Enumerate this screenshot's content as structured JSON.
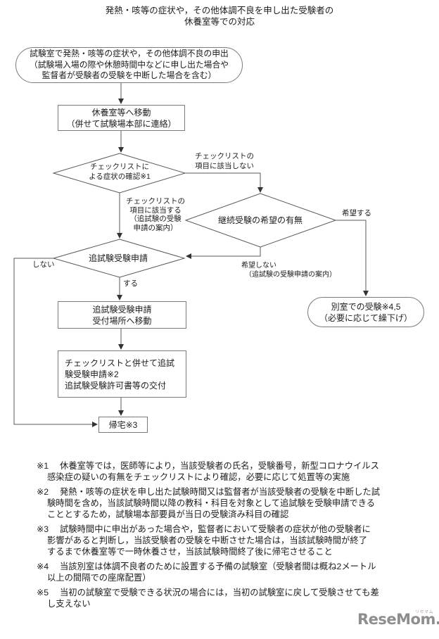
{
  "title": {
    "lines": [
      "発熱・咳等の症状や，その他体調不良を申し出た受験者の",
      "休養室等での対応"
    ]
  },
  "nodes": {
    "start": {
      "lines": [
        "試験室で発熱・咳等の症状や，その他体調不良の申出",
        "（試験場入場の際や休憩時間中などに申し出た場合や",
        "監督者が受験者の受験を中断した場合を含む）"
      ]
    },
    "move_rest_room": {
      "lines": [
        "休養室等へ移動",
        "（併せて試験場本部に連絡）"
      ]
    },
    "symptom_check": {
      "lines": [
        "チェックリストに",
        "よる症状の確認※1"
      ]
    },
    "continue_wish": {
      "lines": [
        "継続受験の希望の有無"
      ]
    },
    "makeup_apply": {
      "lines": [
        "追試験受験申請"
      ]
    },
    "move_reception": {
      "lines": [
        "追試験受験申請",
        "受付場所へ移動"
      ]
    },
    "apply_with_checklist": {
      "lines": [
        "チェックリストと併せて追試",
        "験受験申請※2",
        "追試験受験許可書等の交付"
      ]
    },
    "go_home": {
      "lines": [
        "帰宅※3"
      ]
    },
    "separate_room": {
      "lines": [
        "別室での受験※4,5",
        "（必要に応じて繰下げ）"
      ]
    }
  },
  "labels": {
    "not_applicable": {
      "lines": [
        "チェックリストの",
        "項目に該当しない"
      ]
    },
    "applicable": {
      "lines": [
        "チェックリストの",
        "項目に該当する",
        "（追試験の受験",
        "申請の案内）"
      ]
    },
    "wish_yes": {
      "lines": [
        "希望する"
      ]
    },
    "wish_no": {
      "lines": [
        "希望しない",
        "（追試験の受験申請の案内）"
      ]
    },
    "no_apply": {
      "lines": [
        "しない"
      ]
    },
    "do_apply": {
      "lines": [
        "する"
      ]
    }
  },
  "footnotes": [
    {
      "marker": "※1",
      "lines": [
        "休養室等では，医師等により，当該受験者の氏名，受験番号，新型コロナウイルス",
        "感染症の疑いの有無をチェックリストにより確認，必要に応じて処置等の実施"
      ]
    },
    {
      "marker": "※2",
      "lines": [
        "発熱・咳等の症状を申し出た試験時間又は監督者が当該受験者の受験を中断した試",
        "験時間を含め，当該試験時間以降の教科・科目を対象として追試験を受験申請できる",
        "こととするため，試験場本部要員が当日の受験済み科目の確認"
      ]
    },
    {
      "marker": "※3",
      "lines": [
        "試験時間中に申出があった場合や，監督者において受験者の症状が他の受験者に",
        "影響があると判断し，当該受験者の受験を中断させた場合は，当該試験時間が終了",
        "するまで休養室等で一時休養させ，当該試験時間終了後に帰宅させること"
      ]
    },
    {
      "marker": "※4",
      "lines": [
        "当該別室は体調不良者のために設置する予備の試験室（受験者間は概ね2メートル",
        "以上の間隔での座席配置）"
      ]
    },
    {
      "marker": "※5",
      "lines": [
        "当初の試験室で受験できる状況の場合には，当初の試験室に戻して受験させても差",
        "し支えない"
      ]
    }
  ],
  "logo": {
    "text": "ReseMom.",
    "ruby": "リセマム"
  },
  "colors": {
    "line": "#595959",
    "border": "#7a7a7a",
    "text": "#1c1c1c",
    "logo": "#8e8e8e"
  }
}
